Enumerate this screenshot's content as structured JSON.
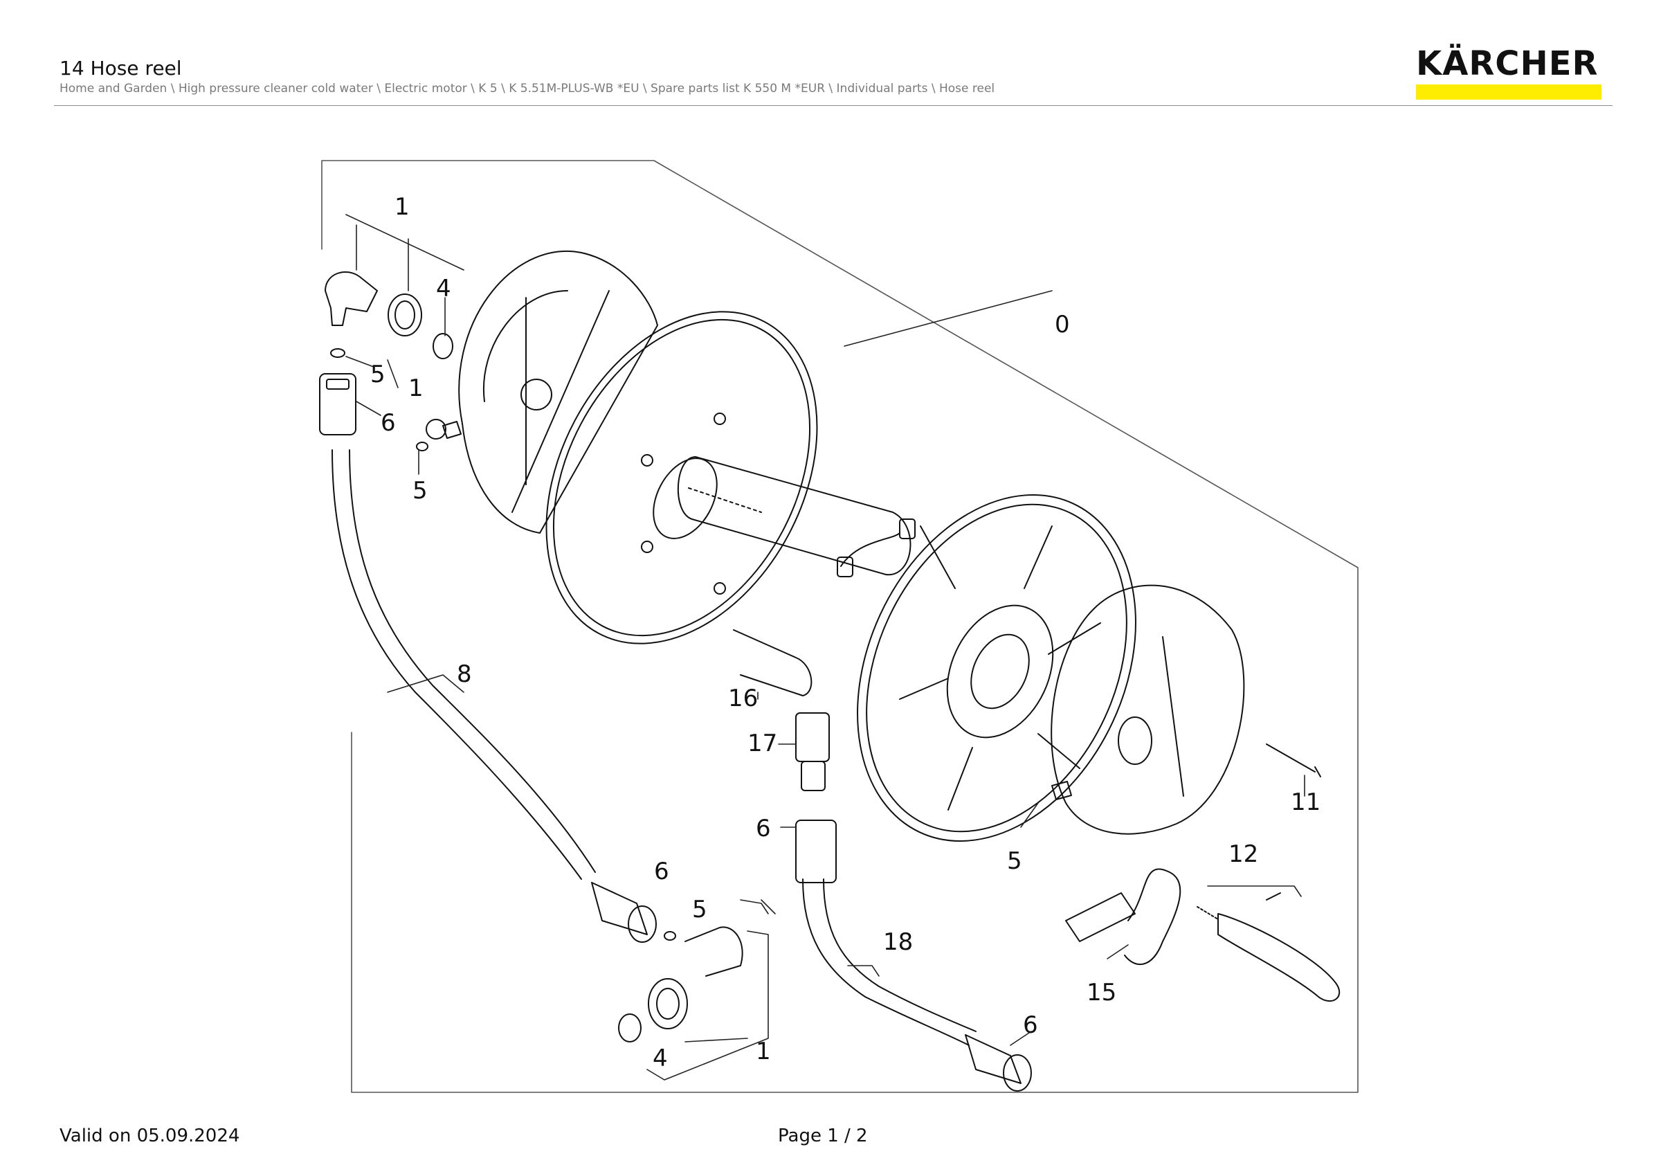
{
  "header": {
    "title": "14 Hose reel",
    "breadcrumb": "Home and Garden \\ High pressure cleaner cold water \\ Electric motor \\ K 5 \\ K 5.51M-PLUS-WB *EU \\ Spare parts list K 550 M *EUR \\ Individual parts \\ Hose reel"
  },
  "brand": {
    "name": "KÄRCHER",
    "accent_color": "#FFED00"
  },
  "diagram": {
    "callouts": [
      "1",
      "4",
      "5",
      "1",
      "6",
      "5",
      "0",
      "8",
      "16",
      "17",
      "6",
      "5",
      "11",
      "12",
      "6",
      "5",
      "18",
      "15",
      "6",
      "4",
      "1"
    ]
  },
  "footer": {
    "valid": "Valid on 05.09.2024",
    "page": "Page 1 / 2"
  }
}
